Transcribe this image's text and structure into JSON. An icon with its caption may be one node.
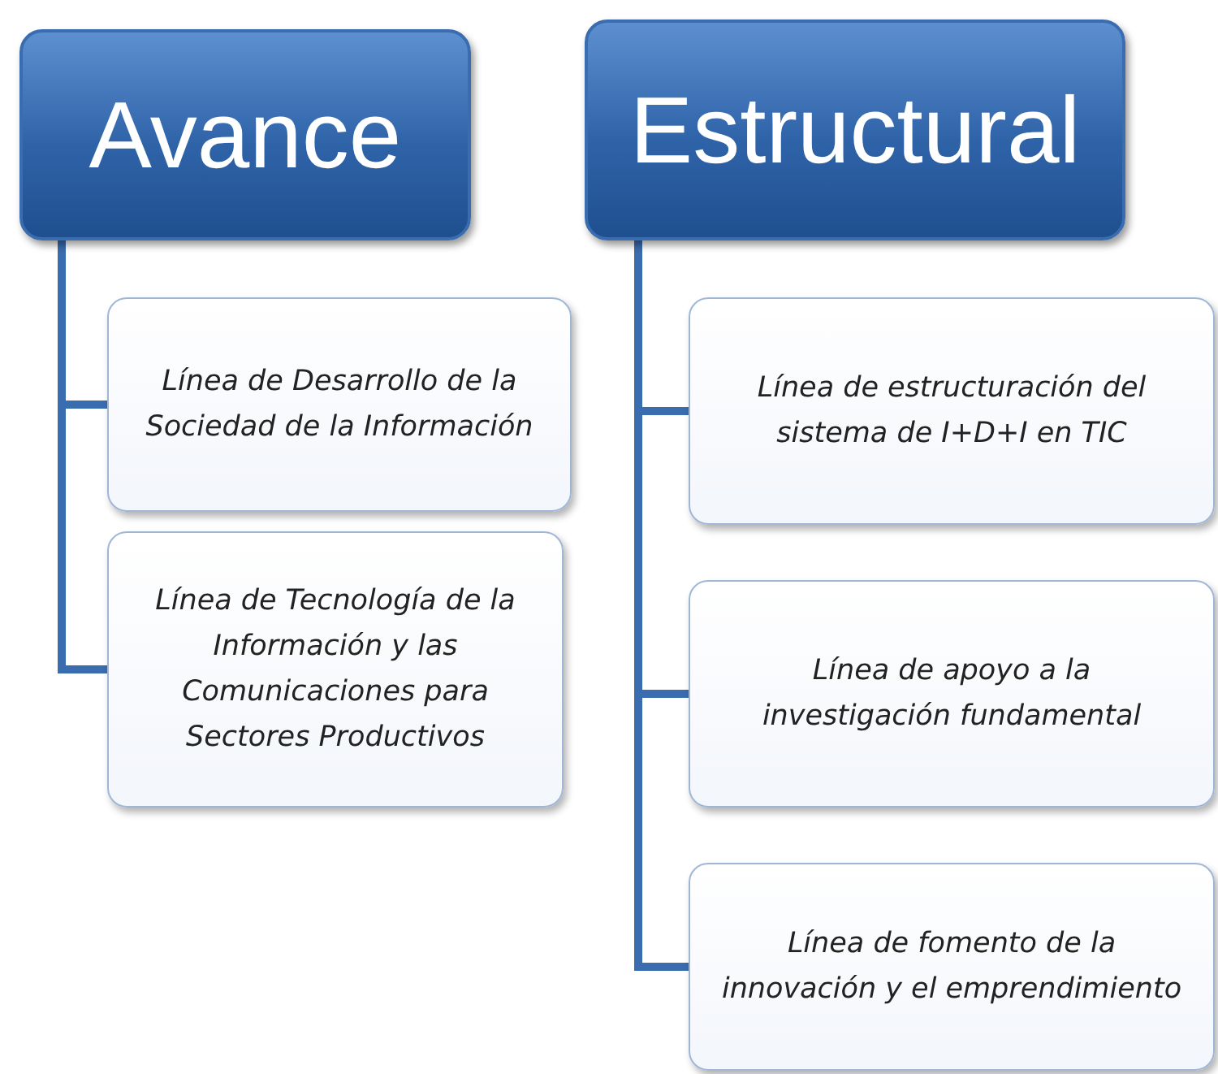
{
  "diagram": {
    "nodes": [
      {
        "text": [
          "Avance"
        ]
      },
      {
        "text": [
          "Estructural"
        ]
      },
      {
        "text": [
          "Línea de Desarrollo de la Sociedad de la Información"
        ]
      },
      {
        "text": [
          "Línea de Tecnología de la Información y las Comunicaciones para Sectores Productivos"
        ]
      },
      {
        "text": [
          "Línea de estructuración del sistema de I+D+I en TIC"
        ]
      },
      {
        "text": [
          "Línea de apoyo a la investigación fundamental"
        ]
      },
      {
        "text": [
          "Línea de fomento de la innovación y el emprendimiento"
        ]
      }
    ],
    "edges": [
      {
        "from": 0,
        "to": 2,
        "arrow": "none"
      },
      {
        "from": 0,
        "to": 3,
        "arrow": "none"
      },
      {
        "from": 1,
        "to": 4,
        "arrow": "none"
      },
      {
        "from": 1,
        "to": 5,
        "arrow": "none"
      },
      {
        "from": 1,
        "to": 6,
        "arrow": "none"
      }
    ]
  }
}
